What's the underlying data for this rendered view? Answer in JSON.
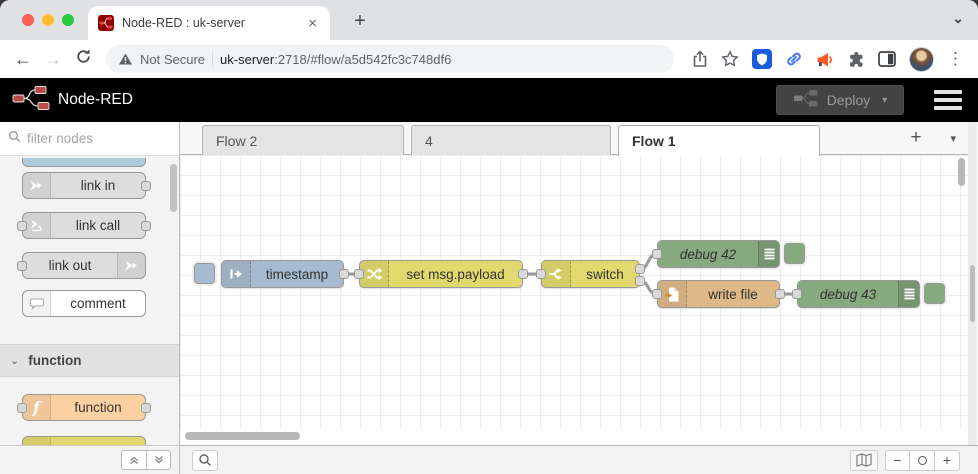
{
  "browser": {
    "tab_title": "Node-RED : uk-server",
    "security_label": "Not Secure",
    "url_host": "uk-server",
    "url_path": ":2718/#flow/a5d542fc3c748df6"
  },
  "glyphs": {
    "close": "×",
    "new_tab": "+",
    "tab_overflow": "⌄",
    "back": "←",
    "forward": "→",
    "menu_dots": "⋮",
    "deploy_caret": "▾",
    "add_flow": "+",
    "flow_list_caret": "▾",
    "category_caret": "⌄",
    "minus": "−",
    "plus": "+"
  },
  "app": {
    "name": "Node-RED",
    "deploy_label": "Deploy"
  },
  "palette": {
    "filter_placeholder": "filter nodes",
    "items": [
      {
        "label": "link in"
      },
      {
        "label": "link call"
      },
      {
        "label": "link out"
      },
      {
        "label": "comment"
      }
    ],
    "category": {
      "label": "function"
    },
    "function_node": {
      "label": "function"
    }
  },
  "workspace": {
    "tabs": [
      {
        "label": "Flow 2",
        "active": false
      },
      {
        "label": "4",
        "active": false
      },
      {
        "label": "Flow 1",
        "active": true
      }
    ]
  },
  "flow": {
    "nodes": [
      {
        "type": "inject",
        "label": "timestamp"
      },
      {
        "type": "change",
        "label": "set msg.payload"
      },
      {
        "type": "switch",
        "label": "switch"
      },
      {
        "type": "debug",
        "label": "debug 42"
      },
      {
        "type": "file",
        "label": "write file"
      },
      {
        "type": "debug",
        "label": "debug 43"
      }
    ]
  },
  "colors": {
    "inject": "#a6bbcf",
    "change": "#e2d96e",
    "switch": "#e2d96e",
    "debug": "#87a980",
    "file": "#deb887",
    "function": "#fdd0a2",
    "link": "#dddddd",
    "comment": "#ffffff",
    "status_partial": "#aecbdd",
    "header": "#000000",
    "brand_red": "#8f0000",
    "wire": "#999999"
  }
}
